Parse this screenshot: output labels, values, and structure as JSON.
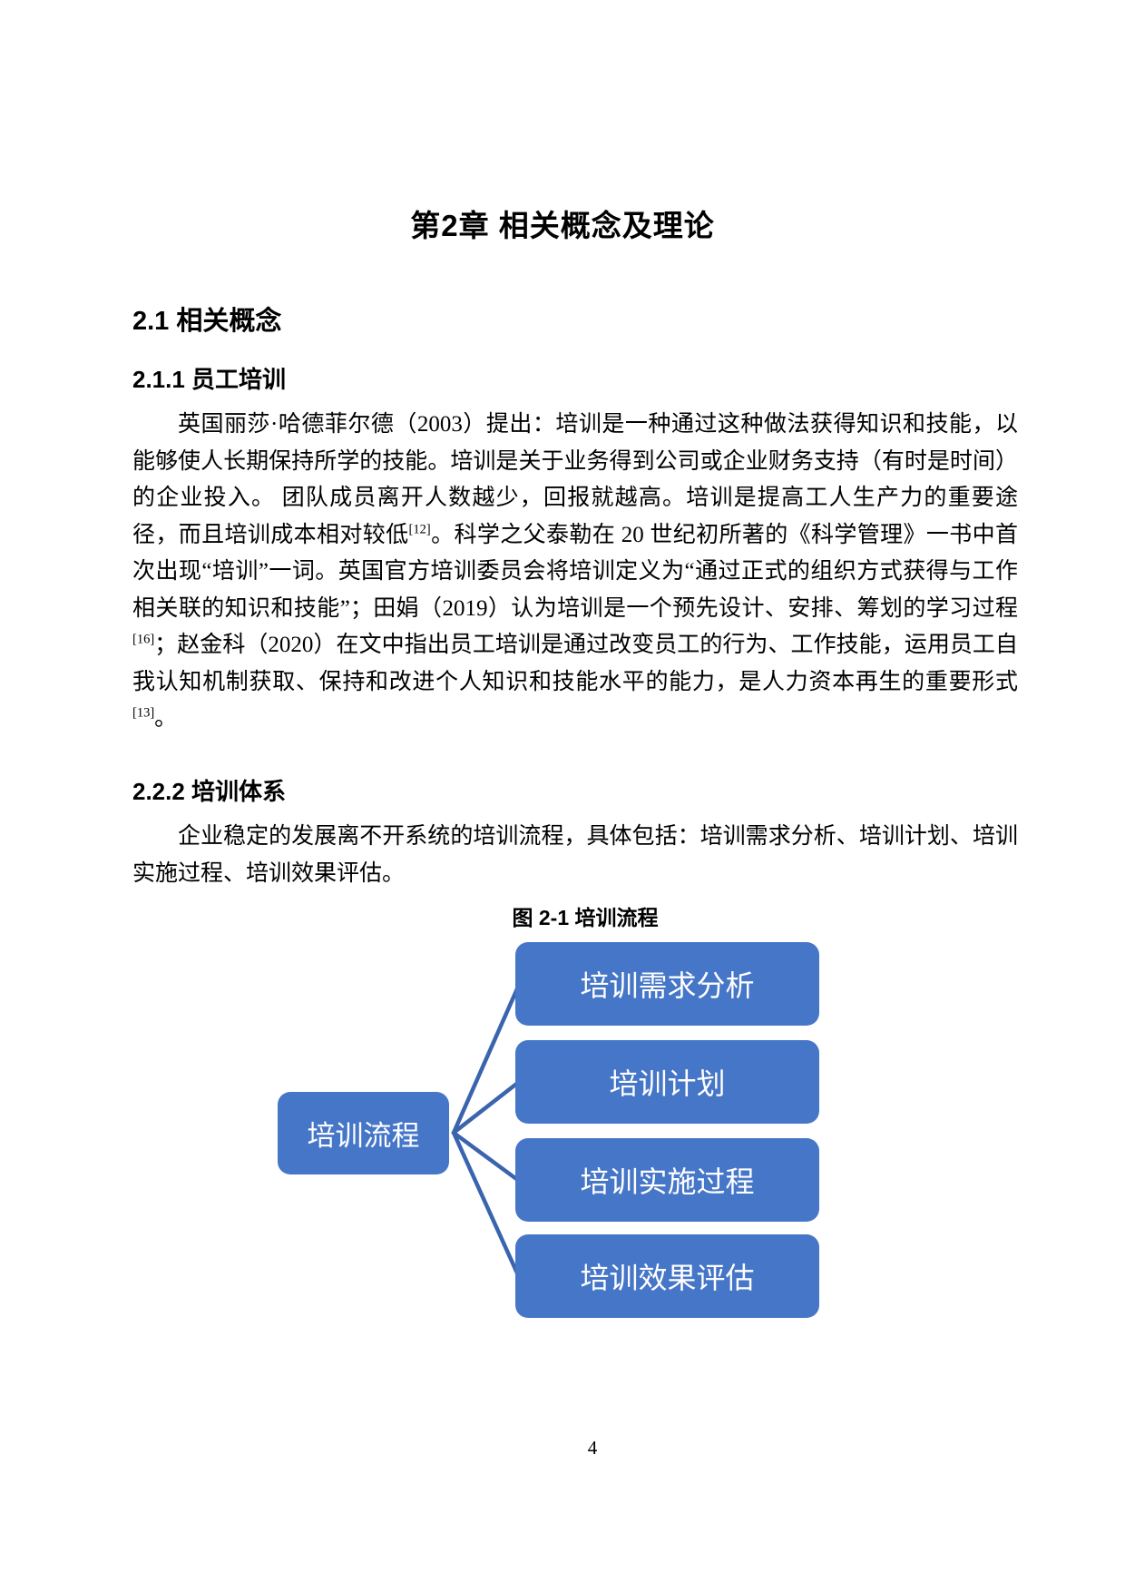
{
  "doc": {
    "chapter_title": "第2章 相关概念及理论",
    "section_1_heading": "2.1 相关概念",
    "subsection_1_heading": "2.1.1 员工培训",
    "paragraph_1": [
      {
        "t": "英国丽莎·哈德菲尔德（2003）提出：培训是一种通过这种做法获得知识和技能，以能够使人长期保持所学的技能。培训是关于业务得到公司或企业财务支持（有时是时间）的企业投入。 团队成员离开人数越少，回报就越高。培训是提高工人生产力的重要途径，而且培训成本相对较低"
      },
      {
        "t": "[12]",
        "sup": true
      },
      {
        "t": "。科学之父泰勒在 20 世纪初所著的《科学管理》一书中首次出现“培训”一词。英国官方培训委员会将培训定义为“通过正式的组织方式获得与工作相关联的知识和技能”；田娟（2019）认为培训是一个预先设计、安排、筹划的学习过程"
      },
      {
        "t": "[16]",
        "sup": true
      },
      {
        "t": "；赵金科（2020）在文中指出员工培训是通过改变员工的行为、工作技能，运用员工自我认知机制获取、保持和改进个人知识和技能水平的能力，是人力资本再生的重要形式"
      },
      {
        "t": "[13]",
        "sup": true
      },
      {
        "t": "。"
      }
    ],
    "subsection_2_heading": "2.2.2 培训体系",
    "paragraph_2": "企业稳定的发展离不开系统的培训流程，具体包括：培训需求分析、培训计划、培训实施过程、培训效果评估。",
    "figure_caption": "图 2-1 培训流程",
    "page_number": "4"
  },
  "diagram": {
    "root": "培训流程",
    "children": [
      "培训需求分析",
      "培训计划",
      "培训实施过程",
      "培训效果评估"
    ],
    "colors": {
      "box_fill": "#4676C7",
      "connector": "#3A64AE",
      "box_text": "#FFFFFF"
    }
  }
}
